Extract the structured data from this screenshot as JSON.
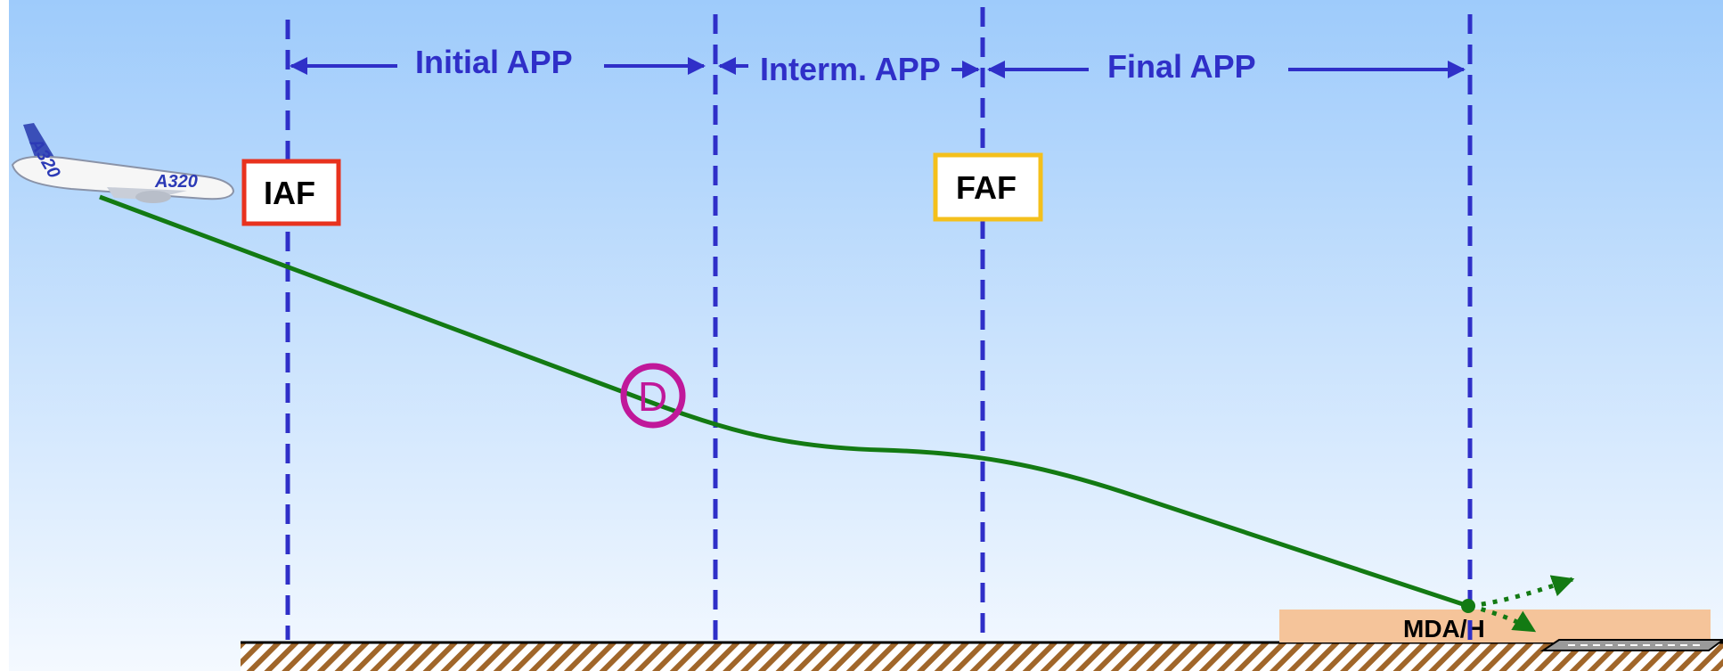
{
  "segments": {
    "initial": "Initial APP",
    "intermediate": "Interm. APP",
    "final": "Final APP"
  },
  "fixes": {
    "iaf": "IAF",
    "faf": "FAF"
  },
  "decel_point": "D",
  "mda": "MDA/H",
  "aircraft": {
    "model": "A320"
  },
  "colors": {
    "sky_top": "#9ecbfb",
    "sky_bottom": "#f4f9ff",
    "dashed_lines": "#2f2fc8",
    "flight_path": "#137a13",
    "iaf_box": "#e8321e",
    "faf_box": "#f4c01c",
    "decel_circle": "#c0189a",
    "mda_band": "#f5c49a",
    "ground_hatch": "#a0662a"
  }
}
